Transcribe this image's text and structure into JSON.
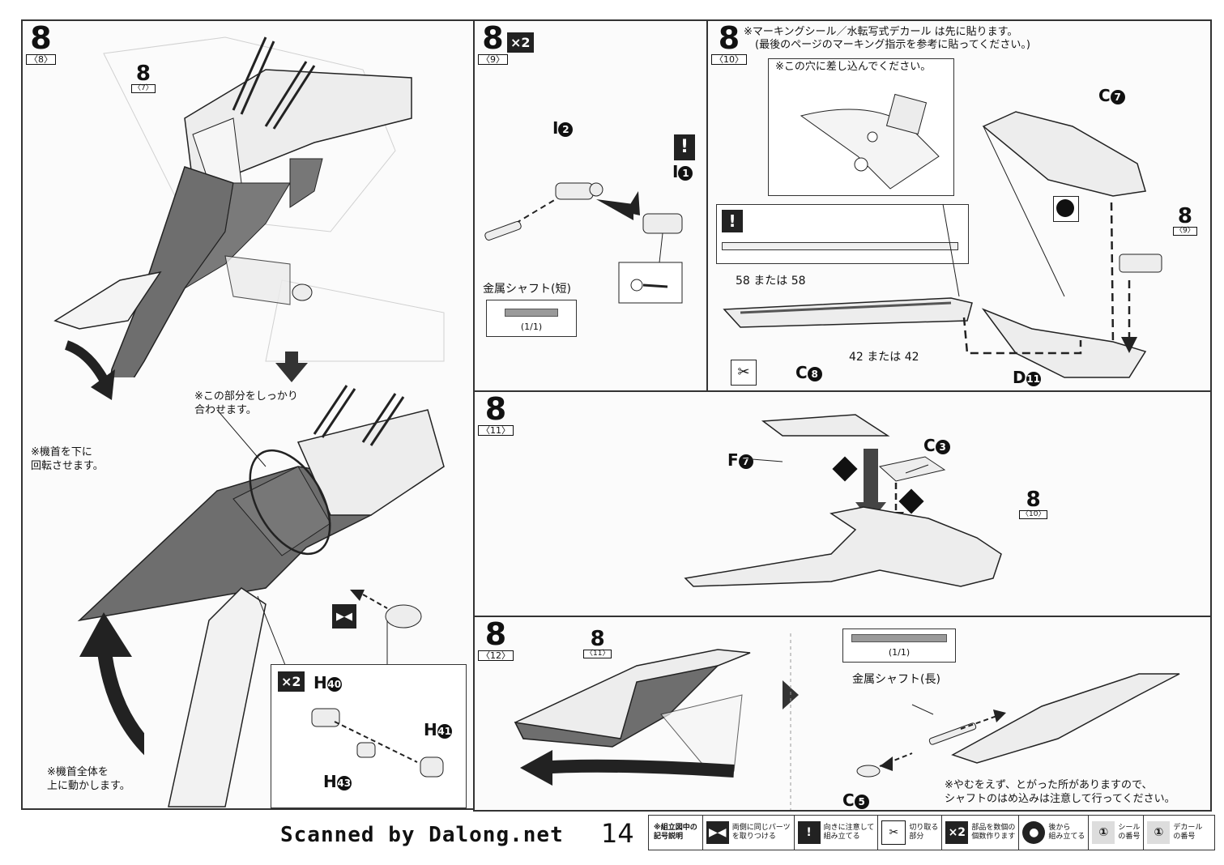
{
  "page_number": "14",
  "scan_credit": "Scanned by Dalong.net",
  "panels": {
    "p8": {
      "step": "8",
      "sub": "〈8〉",
      "ref_step": "8",
      "ref_sub": "〈7〉",
      "note_rotate": "※機首を下に\n回転させます。",
      "note_fit": "※この部分をしっかり\n合わせます。",
      "note_move": "※機首全体を\n上に動かします。",
      "inset_count": "×2",
      "parts": [
        "H40",
        "H41",
        "H43"
      ],
      "h40": "H",
      "h40n": "40",
      "h41": "H",
      "h41n": "41",
      "h43": "H",
      "h43n": "43"
    },
    "p9": {
      "step": "8",
      "sub": "〈9〉",
      "count": "×2",
      "part_i2": "I",
      "part_i2n": "2",
      "part_i1": "I",
      "part_i1n": "1",
      "shaft_label": "金属シャフト(短)",
      "shaft_scale": "(1/1)"
    },
    "p10": {
      "step": "8",
      "sub": "〈10〉",
      "note_top": "※マーキングシール／水転写式デカール は先に貼ります。",
      "note_top2": "(最後のページのマーキング指示を参考に貼ってください。)",
      "note_hole": "※この穴に差し込んでください。",
      "sticker1": "58 または 58",
      "sticker2": "42 または 42",
      "part_c7": "C",
      "part_c7n": "7",
      "part_c8": "C",
      "part_c8n": "8",
      "part_d11": "D",
      "part_d11n": "11",
      "ref_step": "8",
      "ref_sub": "〈9〉"
    },
    "p11": {
      "step": "8",
      "sub": "〈11〉",
      "part_f7": "F",
      "part_f7n": "7",
      "part_c3": "C",
      "part_c3n": "3",
      "ref_step": "8",
      "ref_sub": "〈10〉"
    },
    "p12": {
      "step": "8",
      "sub": "〈12〉",
      "ref_step": "8",
      "ref_sub": "〈11〉",
      "shaft_label": "金属シャフト(長)",
      "shaft_scale": "(1/1)",
      "part_c5": "C",
      "part_c5n": "5",
      "note": "※やむをえず、とがった所がありますので、\nシャフトのはめ込みは注意して行ってください。"
    }
  },
  "legend": {
    "title": "※組立図中の\n記号説明",
    "items": [
      {
        "icon": "symmetric-parts-icon",
        "glyph": "▶◀",
        "text": "両側に同じパーツ\nを取りつける"
      },
      {
        "icon": "caution-icon",
        "glyph": "!",
        "text": "向きに注意して\n組み立てる"
      },
      {
        "icon": "cut-icon",
        "glyph": "✂",
        "text": "切り取る\n部分"
      },
      {
        "icon": "multiply-icon",
        "glyph": "×2",
        "text": "部品を数個の\n個数作ります"
      },
      {
        "icon": "back-assembly-icon",
        "glyph": "●",
        "text": "後から\n組み立てる"
      },
      {
        "icon": "sticker-icon",
        "glyph": "①",
        "text": "シール\nの番号"
      },
      {
        "icon": "decal-icon",
        "glyph": "①",
        "text": "デカール\nの番号"
      }
    ]
  },
  "colors": {
    "dark_part": "#6e6e6e",
    "light_part": "#ececec",
    "outline": "#222222"
  }
}
